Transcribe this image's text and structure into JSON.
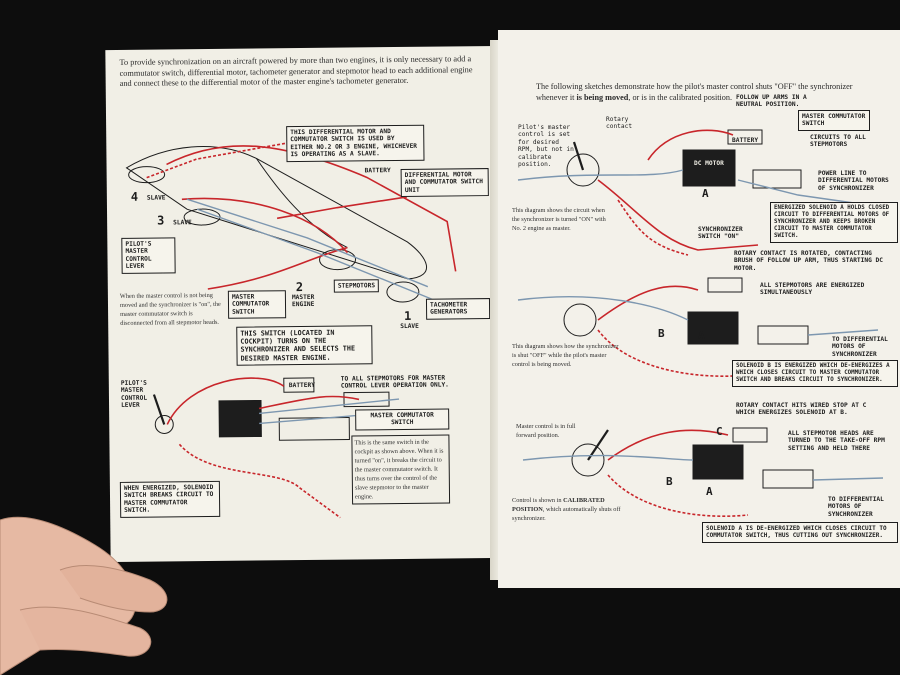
{
  "left_page": {
    "intro": "To provide synchronization on an aircraft powered by more than two engines, it is only necessary to add a commutator switch, differential motor, tachometer generator and stepmotor head to each additional engine and connect these to the differential motor of the master engine's tachometer generator.",
    "labels": {
      "diff_motor_box": "This differential motor and commutator switch is used by either No.2 or 3 engine, whichever is operating as a slave.",
      "battery": "Battery",
      "diff_unit": "Differential motor and commutator switch unit",
      "pilots_master_control_lever": "Pilot's master control lever",
      "slave4": "Slave",
      "slave3": "Slave",
      "master_commutator_switch": "Master commutator switch",
      "master_engine": "Master engine",
      "stepmotors": "Stepmotors",
      "tachometer_generators": "Tachometer generators",
      "slave1": "Slave",
      "this_switch": "This switch (located in cockpit) turns on the synchronizer and selects the desired master engine.",
      "pilots_master_control_lever_2": "Pilot's master control lever",
      "battery_2": "Battery",
      "to_all_stepmotors": "To all stepmotors for master control lever operation only.",
      "master_commutator_switch_2": "Master commutator switch",
      "when_energized": "When energized, solenoid switch breaks circuit to master commutator switch."
    },
    "numbers": {
      "n4": "4",
      "n3": "3",
      "n2": "2",
      "n1": "1"
    },
    "caption_1": "When the master control is not being moved and the synchronizer is \"on\", the master commutator switch is disconnected from all stepmotor heads.",
    "caption_2": "This is the same switch in the cockpit as shown above. When it is turned \"on\", it breaks the circuit to the master commutator switch. It thus turns over the control of the slave stepmotor to the master engine."
  },
  "right_page": {
    "intro_part1": "The following sketches demonstrate how the pilot's master control shuts \"OFF\" the synchronizer whenever it ",
    "intro_emph": "is being moved",
    "intro_part2": ", or is in the calibrated position.",
    "labels": {
      "pilots_master_control": "Pilot's master control is set for desired RPM, but not in calibrate position.",
      "rotary_contact": "Rotary contact",
      "follow_up_arms": "Follow up arms in a neutral position.",
      "master_commutator_switch": "Master commutator switch",
      "battery": "Battery",
      "dc_motor": "DC Motor",
      "circuits_to_all": "Circuits to all stepmotors",
      "power_line": "Power line to differential motors of synchronizer",
      "solenoid_a_closed": "Energized solenoid A holds closed circuit to differential motors of synchronizer and keeps broken circuit to master commutator switch.",
      "synch_switch_on": "Synchronizer switch \"on\"",
      "rotary_contact_rotated": "Rotary contact is rotated, contacting brush of follow up arm, thus starting DC motor.",
      "all_stepmotors_energized": "All stepmotors are energized simultaneously",
      "to_differential": "To differential motors of synchronizer",
      "solenoid_b": "Solenoid B is energized which de-energizes A which closes circuit to master commutator switch and breaks circuit to synchronizer.",
      "rotary_contact_stop": "Rotary contact hits wired stop at C which energizes solenoid at B.",
      "master_control_full": "Master control is in full forward position.",
      "all_stepmotor_heads": "All stepmotor heads are turned to the take-off RPM setting and held there",
      "to_differential_2": "To differential motors of synchronizer",
      "solenoid_a_deenergized": "Solenoid A is de-energized which closes circuit to commutator switch, thus cutting out synchronizer.",
      "letter_a": "A",
      "letter_b": "B",
      "letter_c": "C"
    },
    "caption_1": "This diagram shows the circuit when the synchronizer is turned \"ON\" with No. 2 engine as master.",
    "caption_2": "This diagram shows how the synchronizer is shut \"OFF\" while the pilot's master control is being moved.",
    "caption_3_part1": "Control is shown in ",
    "caption_3_emph": "CALIBRATED POSITION",
    "caption_3_part2": ", which automatically shuts off synchronizer."
  },
  "colors": {
    "wire_red": "#c8262b",
    "wire_blue": "#7d97b0",
    "ink": "#1d1d1d",
    "paper": "#f1efe6",
    "background": "#0d0d0d",
    "skin": "#e6b9a3"
  }
}
